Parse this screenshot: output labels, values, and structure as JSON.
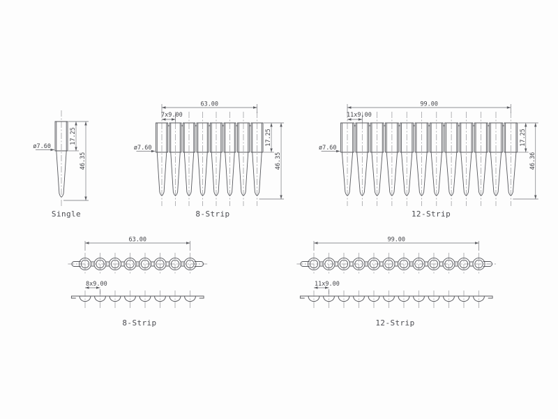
{
  "sheet": {
    "background": "#fdfdfd",
    "line_color": "#56575c",
    "centerline_color": "#8a8b90",
    "text_color": "#45464b"
  },
  "views": [
    {
      "id": "single-side",
      "label": "Single",
      "type": "tube-side-view",
      "tube_count": 1,
      "dims": {
        "diameter": "ø7.60",
        "cap_height": "17.25",
        "total_height": "46.35"
      }
    },
    {
      "id": "strip8-side",
      "label": "8-Strip",
      "type": "tube-side-view",
      "tube_count": 8,
      "dims": {
        "overall": "63.00",
        "pitch": "7x9.00",
        "diameter": "ø7.60",
        "cap_height": "17.25",
        "total_height": "46.35"
      }
    },
    {
      "id": "strip12-side",
      "label": "12-Strip",
      "type": "tube-side-view",
      "tube_count": 12,
      "dims": {
        "overall": "99.00",
        "pitch": "11x9.00",
        "diameter": "ø7.60",
        "cap_height": "17.25",
        "total_height": "46.36"
      }
    },
    {
      "id": "strip8-top",
      "label": "8-Strip",
      "type": "cap-strip-top-view",
      "cap_count": 8,
      "dims": {
        "overall": "63.00",
        "pitch": "8x9.00"
      }
    },
    {
      "id": "strip12-top",
      "label": "12-Strip",
      "type": "cap-strip-top-view",
      "cap_count": 12,
      "dims": {
        "overall": "99.00",
        "pitch": "11x9.00"
      }
    }
  ]
}
